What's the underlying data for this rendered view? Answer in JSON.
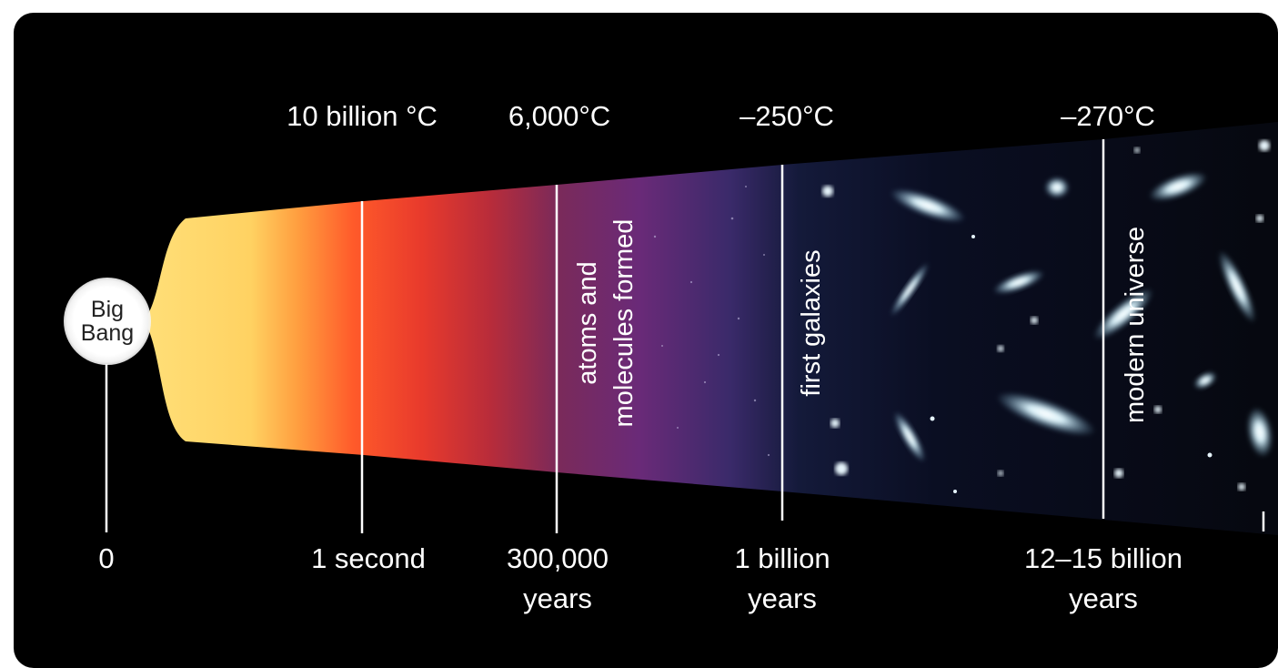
{
  "temperatures": [
    "10 billion °C",
    "6,000°C",
    "–250°C",
    "–270°C"
  ],
  "times": {
    "t0": "0",
    "t1": "1 second",
    "t2_line1": "300,000",
    "t2_line2": "years",
    "t3_line1": "1 billion",
    "t3_line2": "years",
    "t4_line1": "12–15 billion",
    "t4_line2": "years"
  },
  "big_bang": {
    "line1": "Big",
    "line2": "Bang"
  },
  "eras": {
    "atoms_line1": "atoms and",
    "atoms_line2": "molecules formed",
    "galaxies": "first galaxies",
    "modern": "modern universe"
  },
  "colors": {
    "background": "#000000",
    "hot": "#ffe07a",
    "warm": "#ff5a2a",
    "cool": "#7a2a5a",
    "cold": "#3a2a6a",
    "galaxy": "#bfe6f2"
  }
}
